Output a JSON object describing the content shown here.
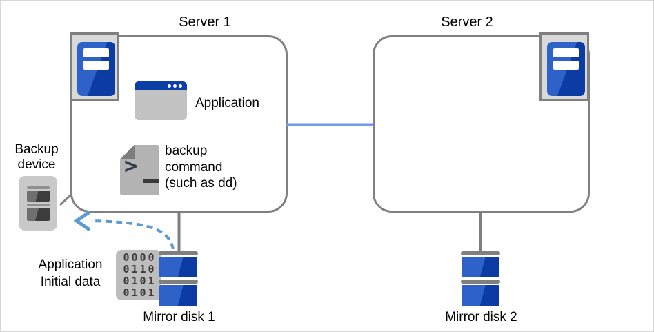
{
  "diagram": {
    "type": "cluster-mirror-disk-backup",
    "server1": {
      "title": "Server 1"
    },
    "server2": {
      "title": "Server 2"
    },
    "application": {
      "label": "Application"
    },
    "backup_command": {
      "lines": [
        "backup",
        "command",
        "(such as dd)"
      ],
      "icon_glyph": ">"
    },
    "backup_device": {
      "lines": [
        "Backup",
        "device"
      ]
    },
    "initial_data": {
      "lines": [
        "Application",
        "Initial data"
      ],
      "binary_rows": [
        "0000",
        "0110",
        "0101",
        "0101"
      ]
    },
    "mirror_disk1": {
      "label": "Mirror disk 1"
    },
    "mirror_disk2": {
      "label": "Mirror disk 2"
    },
    "colors": {
      "box_border": "#808080",
      "server_blue_light": "#2e62c8",
      "server_blue_dark": "#0c3ca3",
      "titlebar_blue": "#0c3fa5",
      "link_line_blue": "#6f9ce8",
      "dashed_arrow_blue": "#5b9bd5",
      "icon_gray": "#c9c9c9",
      "canvas_border": "#d6d6d6"
    }
  }
}
